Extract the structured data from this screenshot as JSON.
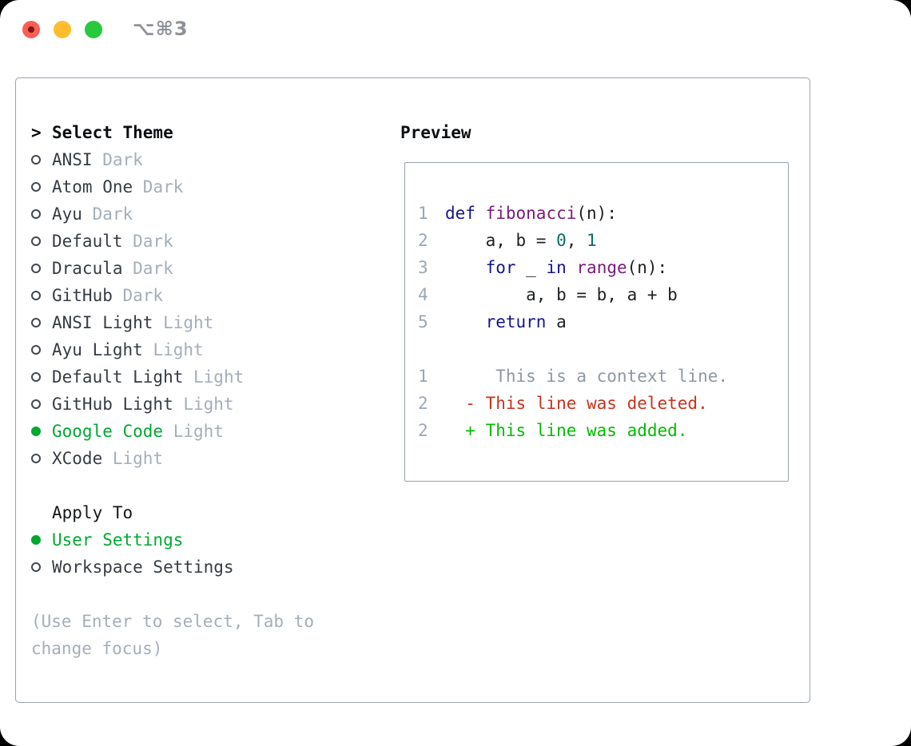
{
  "window": {
    "title": "⌥⌘3",
    "traffic_lights": [
      "close",
      "minimize",
      "zoom"
    ]
  },
  "theme_panel": {
    "header": {
      "prompt": ">",
      "label": "Select Theme"
    },
    "themes": [
      {
        "name": "ANSI",
        "variant": "Dark",
        "selected": false
      },
      {
        "name": "Atom One",
        "variant": "Dark",
        "selected": false
      },
      {
        "name": "Ayu",
        "variant": "Dark",
        "selected": false
      },
      {
        "name": "Default",
        "variant": "Dark",
        "selected": false
      },
      {
        "name": "Dracula",
        "variant": "Dark",
        "selected": false
      },
      {
        "name": "GitHub",
        "variant": "Dark",
        "selected": false
      },
      {
        "name": "ANSI Light",
        "variant": "Light",
        "selected": false
      },
      {
        "name": "Ayu Light",
        "variant": "Light",
        "selected": false
      },
      {
        "name": "Default Light",
        "variant": "Light",
        "selected": false
      },
      {
        "name": "GitHub Light",
        "variant": "Light",
        "selected": false
      },
      {
        "name": "Google Code",
        "variant": "Light",
        "selected": true
      },
      {
        "name": "XCode",
        "variant": "Light",
        "selected": false
      }
    ],
    "apply_to": {
      "label": "Apply To",
      "options": [
        {
          "name": "User Settings",
          "selected": true
        },
        {
          "name": "Workspace Settings",
          "selected": false
        }
      ]
    },
    "help": [
      "(Use Enter to select, Tab to",
      "change focus)"
    ]
  },
  "preview": {
    "label": "Preview",
    "lines": [
      {
        "num": "1",
        "segments": [
          {
            "t": "def",
            "c": "kw"
          },
          {
            "t": " ",
            "c": "pl"
          },
          {
            "t": "fibonacci",
            "c": "fn"
          },
          {
            "t": "(n):",
            "c": "pl"
          }
        ]
      },
      {
        "num": "2",
        "segments": [
          {
            "t": "    a, b = ",
            "c": "pl"
          },
          {
            "t": "0",
            "c": "lit"
          },
          {
            "t": ", ",
            "c": "pl"
          },
          {
            "t": "1",
            "c": "lit"
          }
        ]
      },
      {
        "num": "3",
        "segments": [
          {
            "t": "    ",
            "c": "pl"
          },
          {
            "t": "for",
            "c": "kw"
          },
          {
            "t": " _ ",
            "c": "pl"
          },
          {
            "t": "in",
            "c": "kw"
          },
          {
            "t": " ",
            "c": "pl"
          },
          {
            "t": "range",
            "c": "fn"
          },
          {
            "t": "(n):",
            "c": "pl"
          }
        ]
      },
      {
        "num": "4",
        "segments": [
          {
            "t": "        a, b = b, a + b",
            "c": "pl"
          }
        ]
      },
      {
        "num": "5",
        "segments": [
          {
            "t": "    ",
            "c": "pl"
          },
          {
            "t": "return",
            "c": "kw"
          },
          {
            "t": " a",
            "c": "pl"
          }
        ]
      },
      {
        "num": "",
        "segments": []
      },
      {
        "num": "1",
        "segments": [
          {
            "t": "     This is a context line.",
            "c": "ctx"
          }
        ]
      },
      {
        "num": "2",
        "segments": [
          {
            "t": "  - This line was deleted.",
            "c": "del"
          }
        ]
      },
      {
        "num": "2",
        "segments": [
          {
            "t": "  + This line was added.",
            "c": "add"
          }
        ]
      }
    ]
  },
  "colors": {
    "accent_green": "#00A832",
    "traffic_red": "#FF5D55",
    "traffic_yellow": "#FFBD2E",
    "traffic_green": "#27C93F",
    "title_gray": "#8E9297",
    "border": "#9AA3AF",
    "heading": "#0B0E11",
    "text_dark": "#363C44",
    "muted": "#A5AEB9",
    "gutter": "#9CA6B2",
    "keyword": "#15158F",
    "function": "#7A1A7E",
    "literal": "#0B6B6B",
    "plain": "#1D2023",
    "context": "#8F98A2",
    "deleted": "#C8331D",
    "added": "#00BB00"
  }
}
